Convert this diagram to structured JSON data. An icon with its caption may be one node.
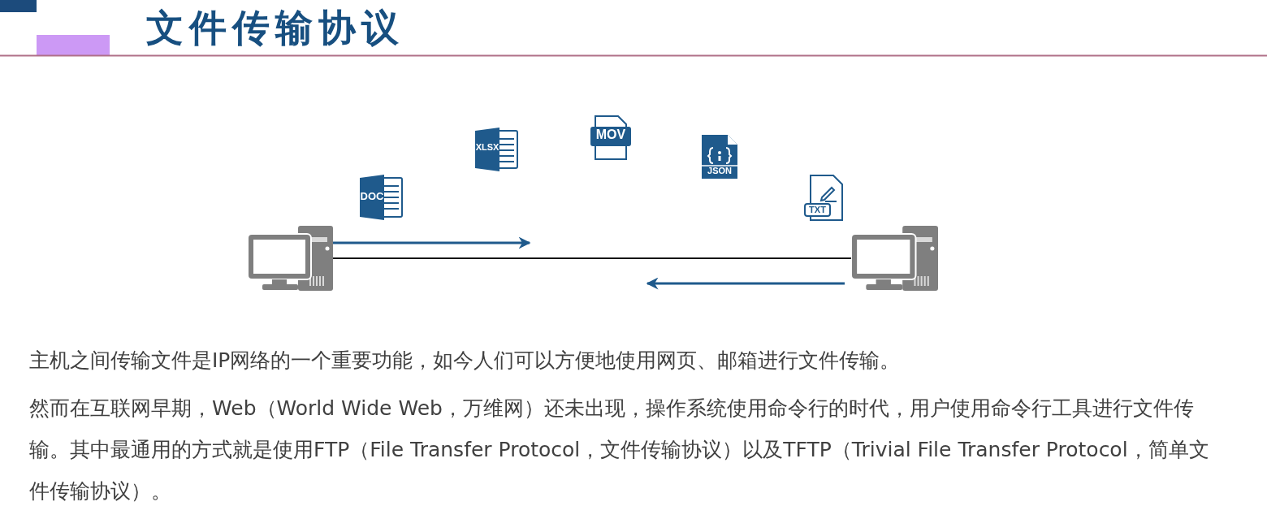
{
  "diagram": {
    "title": "文件传输协议",
    "nodes": [
      {
        "text": [],
        "shape": "computer"
      },
      {
        "text": [],
        "shape": "computer"
      }
    ],
    "edges": [
      {
        "from": 0,
        "to": 1,
        "arrow": "none",
        "color": "#111111"
      },
      {
        "from": 0,
        "to": null,
        "arrow": "to",
        "color": "#1f5a8c"
      },
      {
        "from": 1,
        "to": null,
        "arrow": "to",
        "color": "#1f5a8c"
      }
    ],
    "labels": [
      "DOC",
      "XLSX",
      "MOV",
      "JSON",
      "TXT",
      "主机之间传输文件是IP网络的一个重要功能，如今人们可以方便地使用网页、邮箱进行文件传输。",
      "然而在互联网早期，Web（World Wide Web，万维网）还未出现，操作系统使用命令行的时代，用户使用命令行工具进行文件传输。其中最通用的方式就是使用FTP（File Transfer Protocol，文件传输协议）以及TFTP（Trivial File Transfer Protocol，简单文件传输协议）。"
    ]
  }
}
